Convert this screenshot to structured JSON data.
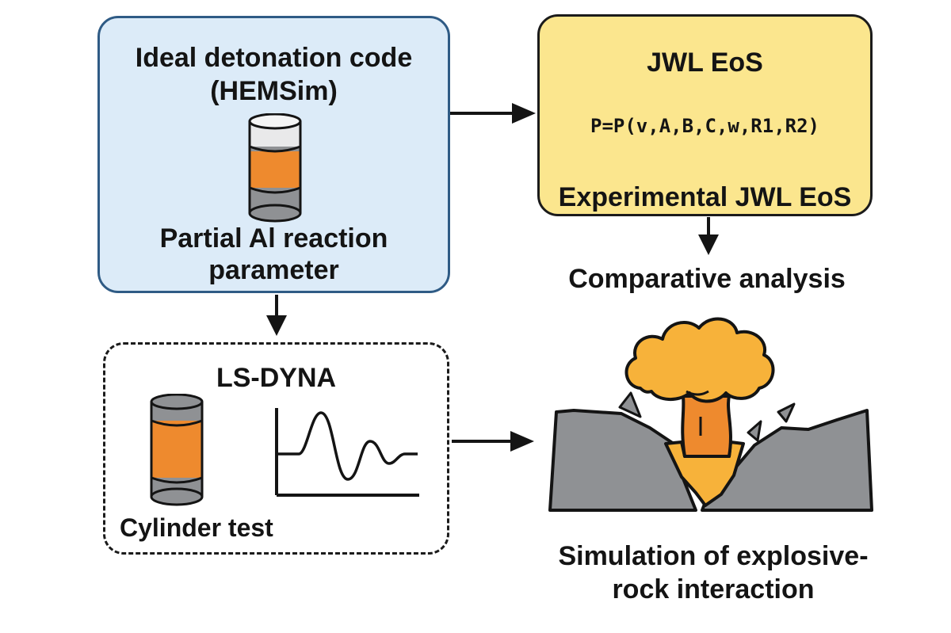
{
  "colors": {
    "blue_box_fill": "#dcebf8",
    "blue_box_border": "#2f5b85",
    "yellow_box_fill": "#fbe68e",
    "orange": "#ee8a2e",
    "gray": "#8f9194",
    "explosion": "#f7b23a"
  },
  "hemsim_box": {
    "title_line1": "Ideal detonation code",
    "title_line2": "(HEMSim)",
    "label_line1": "Partial Al reaction",
    "label_line2": "parameter",
    "icon": "explosive-cylinder-icon"
  },
  "jwl_box": {
    "title": "JWL EoS",
    "equation": "P=P(v,A,B,C,w,R1,R2)",
    "footer": "Experimental JWL EoS"
  },
  "comparative": {
    "label": "Comparative analysis"
  },
  "lsdyna_box": {
    "title": "LS-DYNA",
    "cylinder_label": "Cylinder test",
    "icons": [
      "cylinder-icon",
      "waveform-plot-icon"
    ]
  },
  "simulation": {
    "label_line1": "Simulation of explosive-",
    "label_line2": "rock interaction",
    "icon": "explosion-rock-icon"
  },
  "arrows": [
    "hemsim-to-jwl",
    "jwl-to-comparative",
    "hemsim-to-lsdyna",
    "lsdyna-to-simulation"
  ]
}
